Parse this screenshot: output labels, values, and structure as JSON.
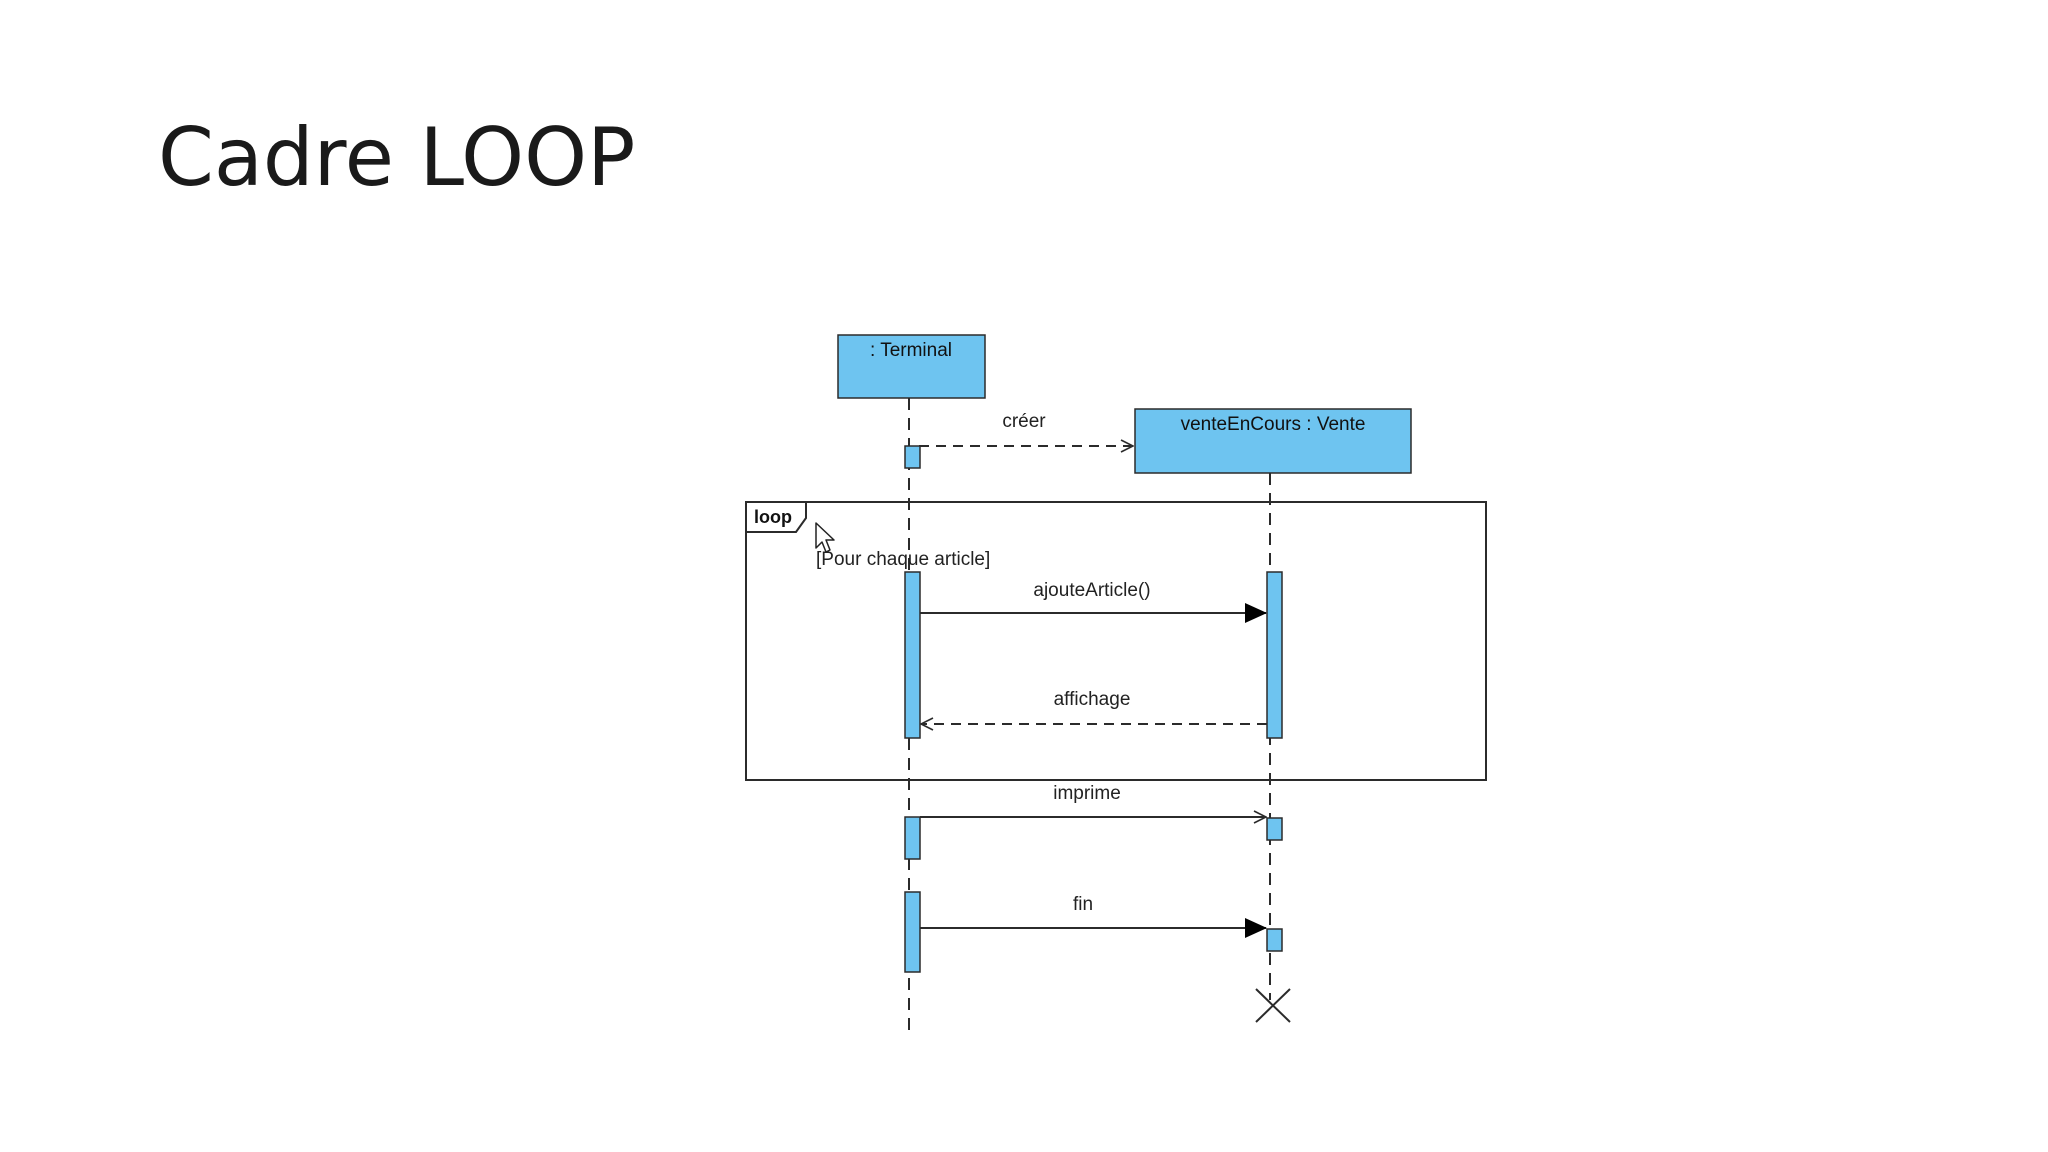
{
  "slide": {
    "title": "Cadre LOOP"
  },
  "diagram": {
    "lifelines": [
      {
        "label": ": Terminal"
      },
      {
        "label": "venteEnCours : Vente"
      }
    ],
    "messages": {
      "creer": "créer",
      "ajoute_article": "ajouteArticle()",
      "affichage": "affichage",
      "imprime": "imprime",
      "fin": "fin"
    },
    "loop_fragment": {
      "operator": "loop",
      "guard": "[Pour chaque article]"
    }
  },
  "colors": {
    "object_fill": "#6ec4f0",
    "activation_fill": "#6ec4f0",
    "line": "#2b2b2b"
  }
}
